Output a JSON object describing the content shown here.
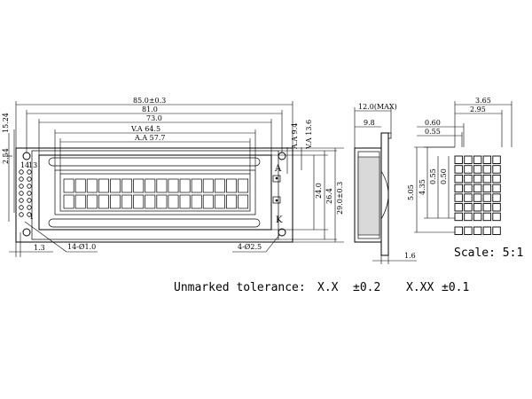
{
  "dimensions": {
    "overall_width": "85.0±0.3",
    "pcb_hole_span": "81.0",
    "bezel_width": "73.0",
    "view_area_width": "V.A 64.5",
    "active_area_width": "A.A 57.7",
    "active_area_height": "A.A 9.4",
    "view_area_height": "V.A 13.6",
    "left_pin_offset": "2.54",
    "left_pin_span": "15.24",
    "bezel_height": "24.0",
    "pcb_inner_height": "26.4",
    "overall_height": "29.0±0.3",
    "left_edge_offset": "1.3",
    "pin_holes": "14-Ø1.0",
    "mount_holes": "4-Ø2.5",
    "side_max_thickness": "12.0(MAX)",
    "side_body_thickness": "9.8",
    "side_pin_length": "1.6",
    "char_cell_width": "3.65",
    "char_dots_width": "2.95",
    "dot_pitch": "0.60",
    "dot_size": "0.55",
    "char_cell_height": "5.05",
    "char_dots_height": "4.35",
    "dot_pitch_v": "0.55",
    "dot_size_v": "0.50"
  },
  "labels": {
    "pin1": "1",
    "pin14": "14",
    "pin13": "13",
    "anode": "A",
    "cathode": "K",
    "scale": "Scale: 5:1",
    "tolerance_text": "Unmarked tolerance:",
    "tol_xx": "X.X",
    "tol_xx_val": "±0.2",
    "tol_xxx": "X.XX",
    "tol_xxx_val": "±0.1"
  }
}
